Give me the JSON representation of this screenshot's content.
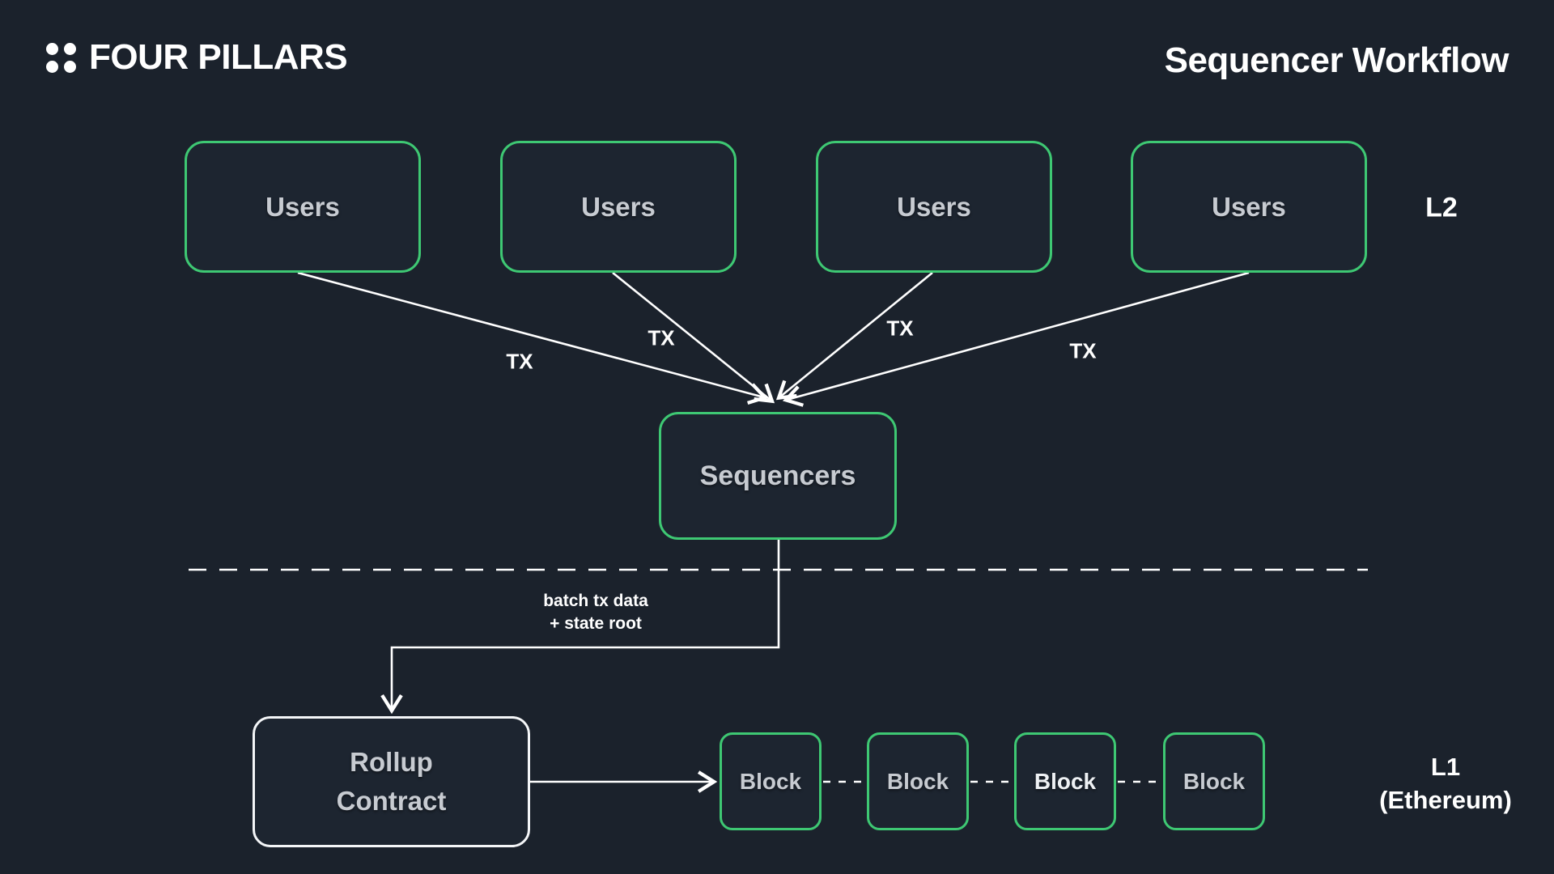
{
  "header": {
    "logo_text": "FOUR PILLARS",
    "title": "Sequencer Workflow"
  },
  "layers": {
    "l2_label": "L2",
    "l1_label_line1": "L1",
    "l1_label_line2": "(Ethereum)"
  },
  "nodes": {
    "users": [
      {
        "label": "Users"
      },
      {
        "label": "Users"
      },
      {
        "label": "Users"
      },
      {
        "label": "Users"
      }
    ],
    "sequencers": {
      "label": "Sequencers"
    },
    "rollup": {
      "label_line1": "Rollup",
      "label_line2": "Contract"
    },
    "blocks": [
      {
        "label": "Block"
      },
      {
        "label": "Block"
      },
      {
        "label": "Block"
      },
      {
        "label": "Block"
      }
    ]
  },
  "edges": {
    "tx_labels": [
      "TX",
      "TX",
      "TX",
      "TX"
    ],
    "batch_label_line1": "batch tx data",
    "batch_label_line2": "+ state root"
  },
  "colors": {
    "background": "#1b222c",
    "node_fill": "#1d2530",
    "accent_green": "#3ec873",
    "line_white": "#ffffff",
    "text_gray": "#c7cbd1",
    "text_bright": "#eef1f4"
  }
}
